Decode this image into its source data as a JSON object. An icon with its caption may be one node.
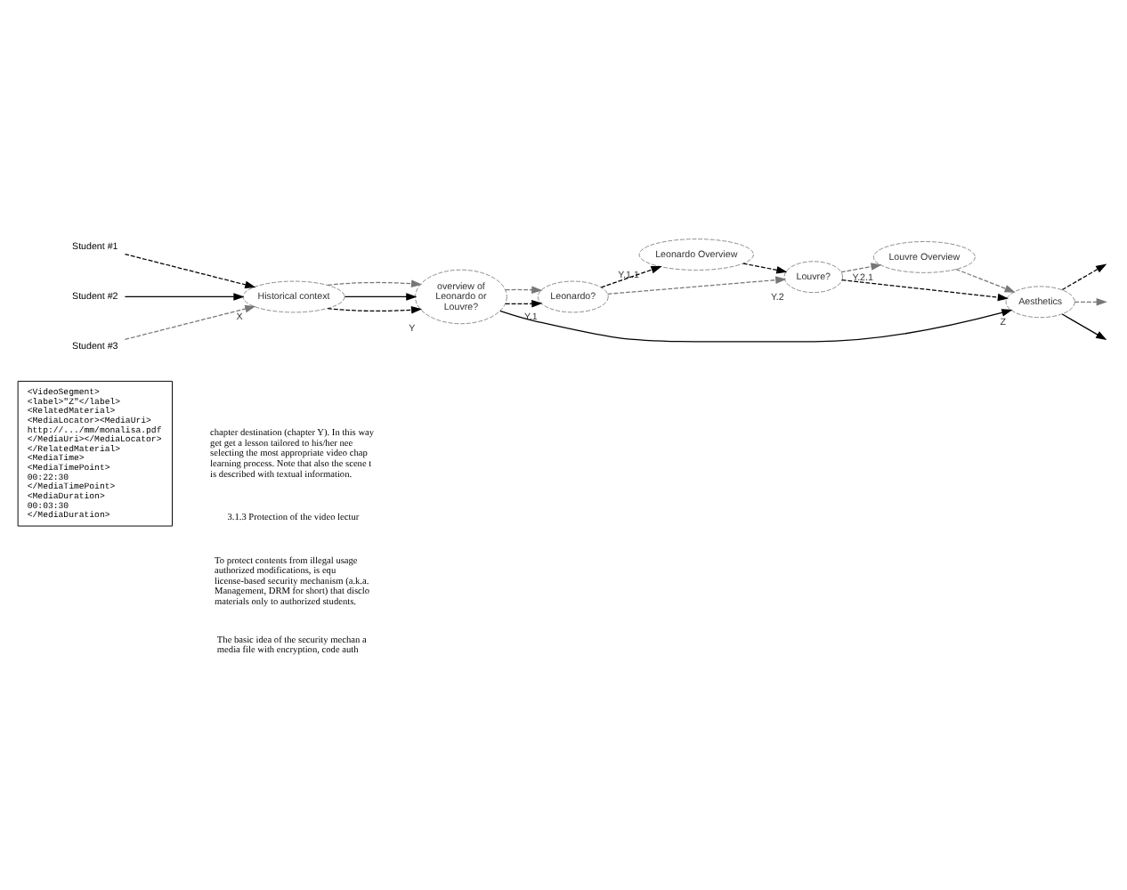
{
  "diagram": {
    "nodes": [
      {
        "text": [
          "<VideoSegment>",
          "<label>\"Z\"</label>",
          "<RelatedMaterial>",
          "<MediaLocator><MediaUri>",
          "http://.../mm/monalisa.pdf",
          "</MediaUri></MediaLocator>",
          "</RelatedMaterial>",
          "<MediaTime>",
          "<MediaTimePoint>",
          "00:22:30",
          "</MediaTimePoint>",
          "<MediaDuration>",
          "00:03:30",
          "</MediaDuration>"
        ]
      },
      {
        "text": [
          "Student #1"
        ]
      },
      {
        "text": [
          "Student #2"
        ]
      },
      {
        "text": [
          "Student #3"
        ]
      },
      {
        "text": [
          "Historical context"
        ],
        "beside": [
          "X"
        ]
      },
      {
        "text": [
          "overview of Leonardo or Louvre?"
        ],
        "beside": [
          "Y"
        ]
      },
      {
        "text": [
          "Leonardo?"
        ],
        "beside": [
          "Y.1"
        ]
      },
      {
        "text": [
          "Leonardo Overview"
        ],
        "beside": [
          "Y.1.1"
        ]
      },
      {
        "text": [
          "Louvre?"
        ],
        "beside": [
          "Y.2"
        ]
      },
      {
        "text": [
          "Louvre Overview"
        ],
        "beside": [
          "Y.2.1"
        ]
      },
      {
        "text": [
          "Aesthetics"
        ],
        "beside": [
          "Z"
        ]
      }
    ],
    "edges": [
      {
        "from": 1,
        "to": 4,
        "arrow": "to",
        "style": "dashed"
      },
      {
        "from": 2,
        "to": 4,
        "arrow": "to"
      },
      {
        "from": 3,
        "to": 4,
        "arrow": "to",
        "style": "dashed",
        "color": "#777777"
      },
      {
        "from": 4,
        "to": 5,
        "arrow": "to",
        "style": "dashed"
      },
      {
        "from": 4,
        "to": 5,
        "arrow": "to"
      },
      {
        "from": 4,
        "to": 5,
        "arrow": "to",
        "style": "dashed",
        "color": "#777777"
      },
      {
        "from": 5,
        "to": 6,
        "arrow": "to",
        "style": "dashed"
      },
      {
        "from": 5,
        "to": 6,
        "arrow": "to",
        "style": "dashed",
        "color": "#777777"
      },
      {
        "from": 5,
        "to": 10,
        "arrow": "to"
      },
      {
        "from": 6,
        "to": 7,
        "arrow": "to",
        "style": "dashed"
      },
      {
        "from": 6,
        "to": 8,
        "arrow": "to",
        "style": "dashed",
        "color": "#777777"
      },
      {
        "from": 7,
        "to": 8,
        "arrow": "to",
        "style": "dashed"
      },
      {
        "from": 8,
        "to": 9,
        "arrow": "to",
        "style": "dashed",
        "color": "#777777"
      },
      {
        "from": 8,
        "to": 10,
        "arrow": "to",
        "style": "dashed"
      },
      {
        "from": 9,
        "to": 10,
        "arrow": "to",
        "style": "dashed",
        "color": "#777777"
      },
      {
        "from": 10,
        "to": null,
        "arrow": "to",
        "style": "dashed"
      },
      {
        "from": 10,
        "to": null,
        "arrow": "to"
      },
      {
        "from": 10,
        "to": null,
        "arrow": "to",
        "style": "dashed",
        "color": "#777777"
      }
    ],
    "labels": [
      "chapter destination (chapter Y). In this way get get a lesson tailored to his/her nee selecting the most appropriate video chap learning process. Note that also the scene t is described with textual information.",
      "3.1.3 Protection of the video lectur",
      "To protect contents from illegal usage authorized modifications, is equ license-based security mechanism (a.k.a. Management, DRM for short) that disclo materials only to authorized students.",
      "The basic idea of the security mechan a media file with encryption, code auth"
    ]
  }
}
